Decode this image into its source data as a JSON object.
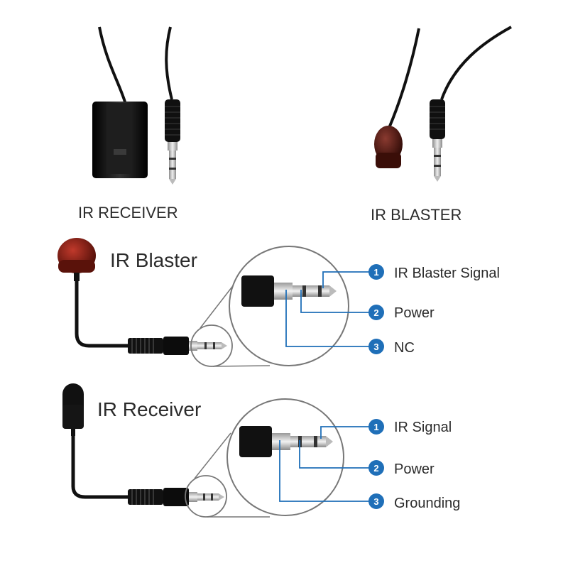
{
  "photos": {
    "receiver_caption": "IR RECEIVER",
    "blaster_caption": "IR BLASTER"
  },
  "blaster_diagram": {
    "title": "IR Blaster",
    "pins": [
      {
        "number": "1",
        "label": "IR Blaster Signal"
      },
      {
        "number": "2",
        "label": "Power"
      },
      {
        "number": "3",
        "label": "NC"
      }
    ]
  },
  "receiver_diagram": {
    "title": "IR Receiver",
    "pins": [
      {
        "number": "1",
        "label": "IR Signal"
      },
      {
        "number": "2",
        "label": "Power"
      },
      {
        "number": "3",
        "label": "Grounding"
      }
    ]
  },
  "colors": {
    "callout_blue": "#1f6fb8",
    "badge_blue": "#1f6fb8",
    "blaster_led": "#7a1d12",
    "receiver_body": "#151515",
    "cable": "#111111",
    "metal": "#c8c8c8"
  }
}
